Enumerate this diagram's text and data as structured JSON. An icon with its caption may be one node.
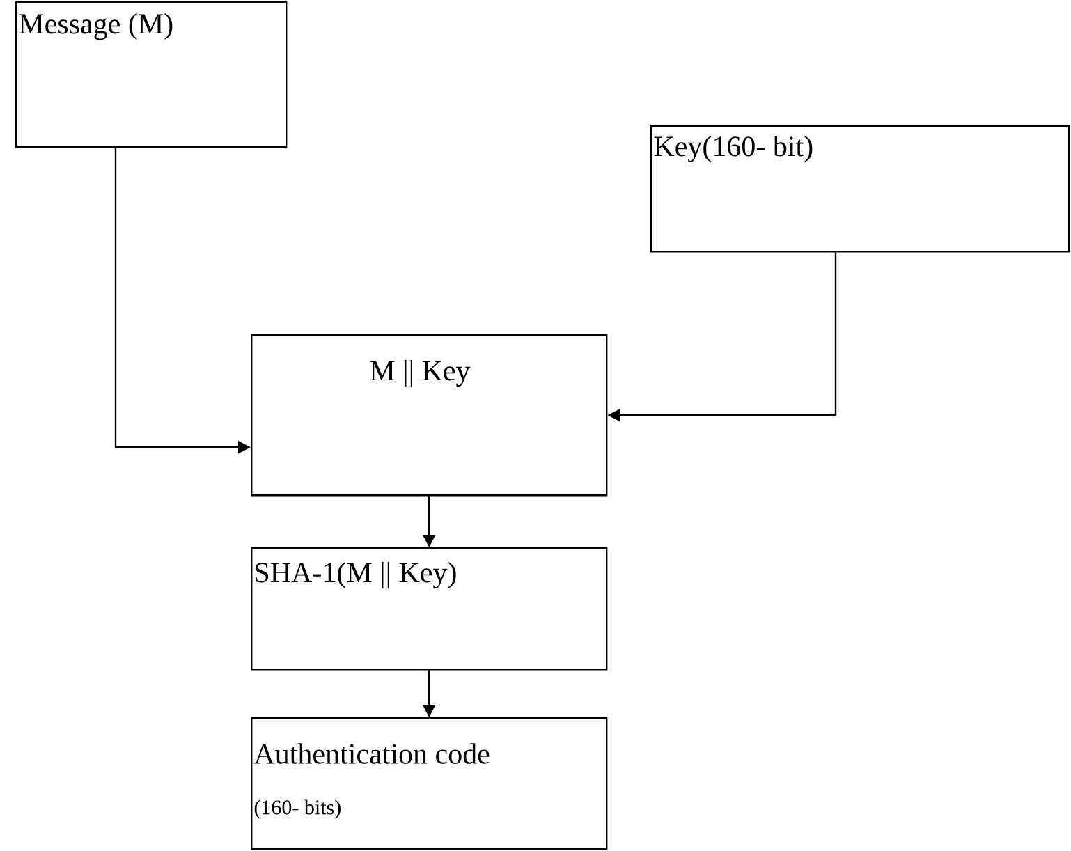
{
  "diagram": {
    "nodes": [
      {
        "text": [
          "Message (M)"
        ]
      },
      {
        "text": [
          "Key(160- bit)"
        ]
      },
      {
        "text": [
          "M || Key"
        ]
      },
      {
        "text": [
          "SHA-1(M || Key)"
        ]
      },
      {
        "text": [
          "Authentication code",
          "(160- bits)"
        ]
      }
    ],
    "edges": [
      {
        "from": 0,
        "to": 2,
        "arrow": "to"
      },
      {
        "from": 1,
        "to": 2,
        "arrow": "to"
      },
      {
        "from": 2,
        "to": 3,
        "arrow": "to"
      },
      {
        "from": 3,
        "to": 4,
        "arrow": "to"
      }
    ]
  }
}
